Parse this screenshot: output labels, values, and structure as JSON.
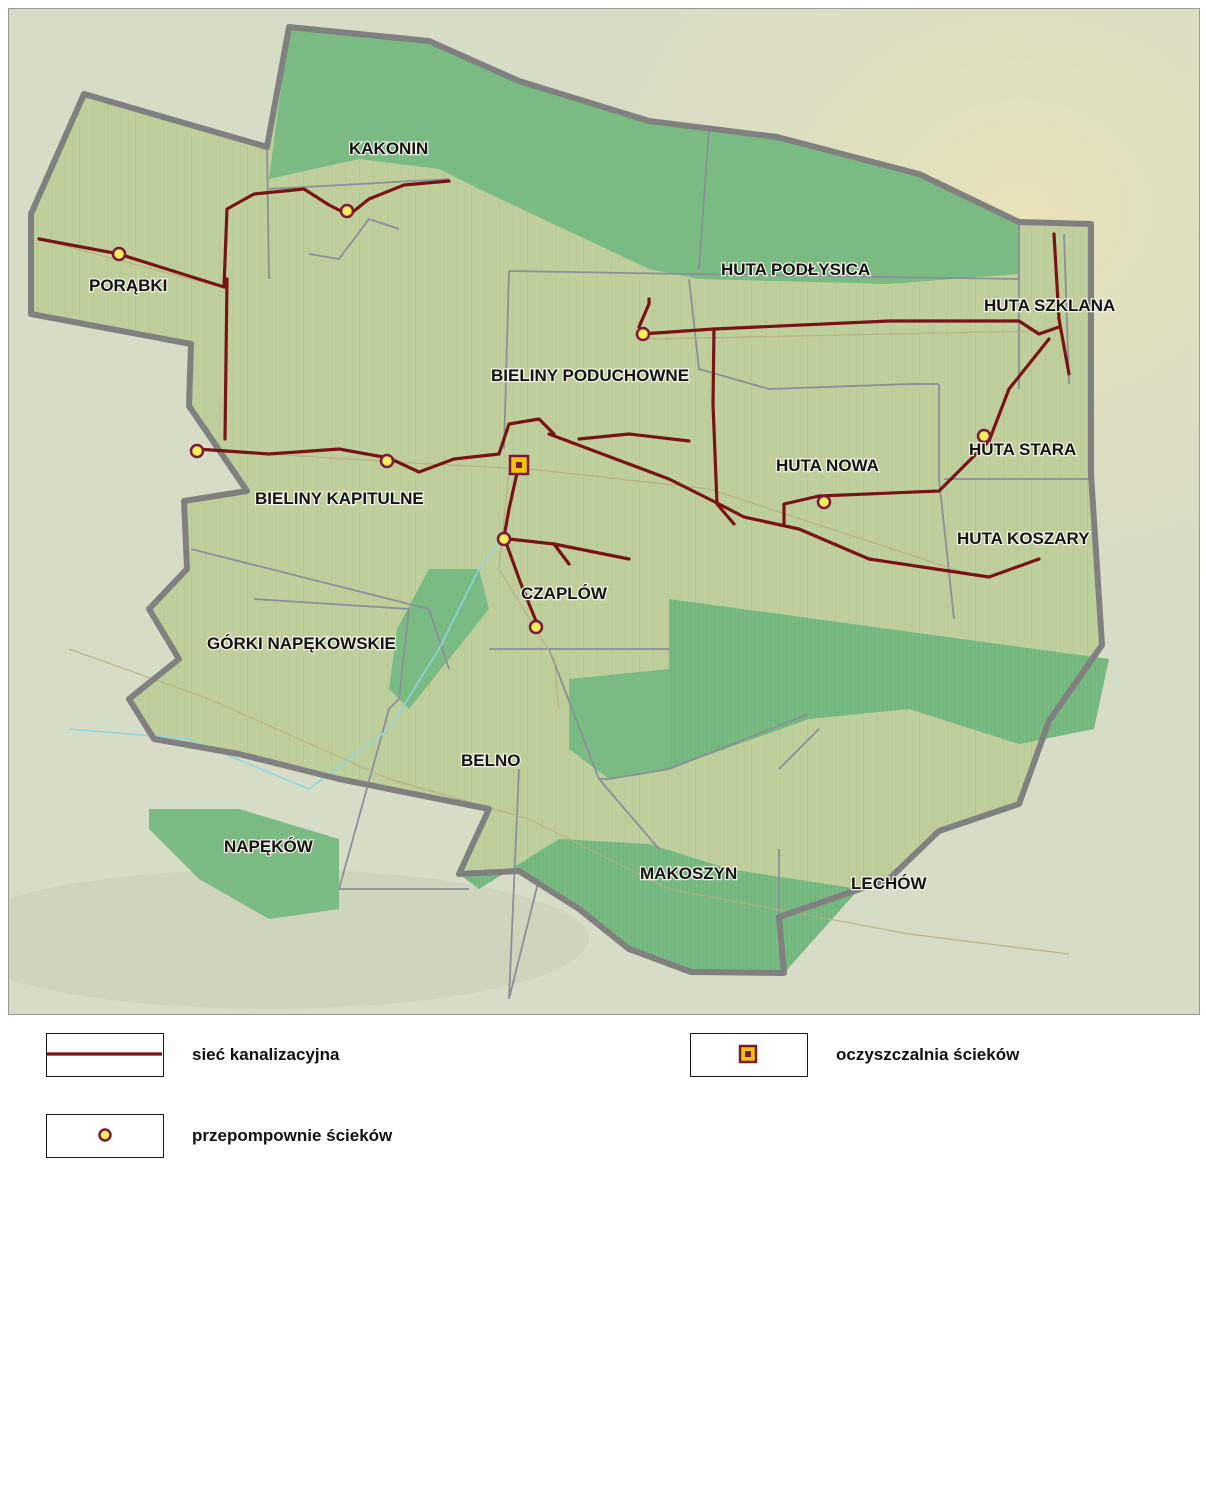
{
  "map": {
    "villages": [
      {
        "id": "kakonin",
        "name": "KAKONIN"
      },
      {
        "id": "porabki",
        "name": "PORĄBKI"
      },
      {
        "id": "huta-podlysica",
        "name": "HUTA PODŁYSICA"
      },
      {
        "id": "huta-szklana",
        "name": "HUTA SZKLANA"
      },
      {
        "id": "bieliny-poduchowne",
        "name": "BIELINY PODUCHOWNE"
      },
      {
        "id": "huta-stara",
        "name": "HUTA STARA"
      },
      {
        "id": "huta-nowa",
        "name": "HUTA NOWA"
      },
      {
        "id": "bieliny-kapitulne",
        "name": "BIELINY KAPITULNE"
      },
      {
        "id": "huta-koszary",
        "name": "HUTA KOSZARY"
      },
      {
        "id": "czaplow",
        "name": "CZAPLÓW"
      },
      {
        "id": "gorki-napekowskie",
        "name": "GÓRKI NAPĘKOWSKIE"
      },
      {
        "id": "belno",
        "name": "BELNO"
      },
      {
        "id": "napekow",
        "name": "NAPĘKÓW"
      },
      {
        "id": "makoszyn",
        "name": "MAKOSZYN"
      },
      {
        "id": "lechow",
        "name": "LECHÓW"
      }
    ],
    "colors": {
      "sewer": "#7a1414",
      "boundary": "#808080",
      "pump_fill": "#f7ee5a",
      "pump_stroke": "#7a1a3a",
      "plant_fill": "#f2c500",
      "plant_stroke": "#7a1a3a",
      "forest": "#6fb57a",
      "farmland": "#bfcf9c",
      "terrain": "#d7dcc6"
    }
  },
  "legend": {
    "sewer_network": "sieć kanalizacyjna",
    "pumping_stations": "przepompownie ścieków",
    "treatment_plant": "oczyszczalnia ścieków"
  }
}
